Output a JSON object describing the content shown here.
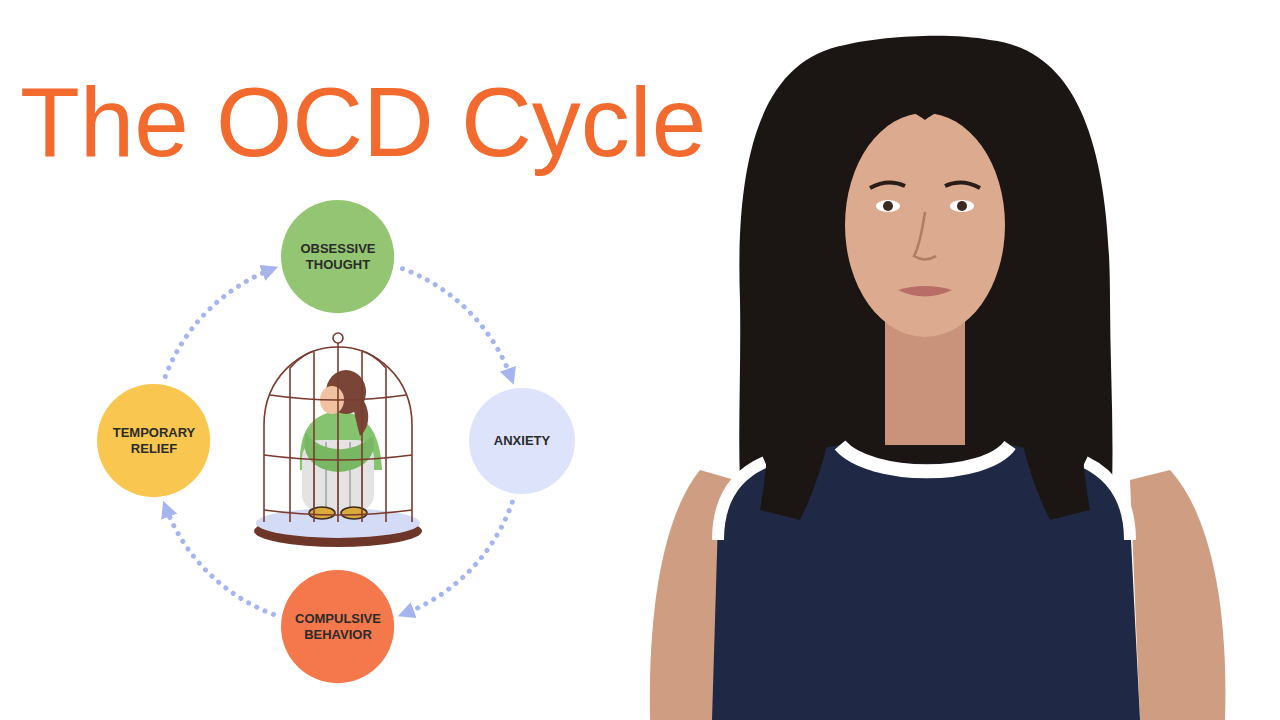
{
  "diagram": {
    "title": "The OCD Cycle",
    "nodes": [
      {
        "text": [
          "OBSESSIVE THOUGHT"
        ]
      },
      {
        "text": [
          "ANXIETY"
        ]
      },
      {
        "text": [
          "COMPULSIVE BEHAVIOR"
        ]
      },
      {
        "text": [
          "TEMPORARY RELIEF"
        ]
      }
    ],
    "edges": [
      {
        "from": 0,
        "to": 1,
        "arrow": "to"
      },
      {
        "from": 1,
        "to": 2,
        "arrow": "to"
      },
      {
        "from": 2,
        "to": 3,
        "arrow": "to"
      },
      {
        "from": 3,
        "to": 0,
        "arrow": "to"
      }
    ]
  }
}
